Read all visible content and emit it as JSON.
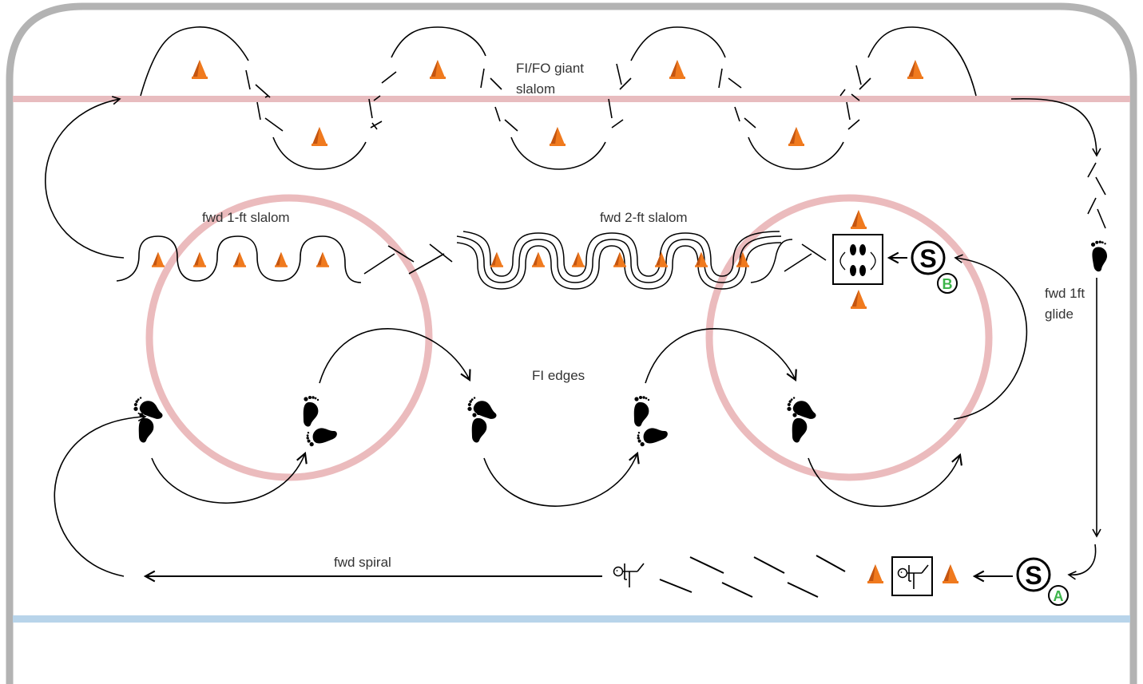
{
  "labels": {
    "giant_slalom_line1": "FI/FO giant",
    "giant_slalom_line2": "slalom",
    "one_ft_slalom": "fwd 1-ft slalom",
    "two_ft_slalom": "fwd 2-ft slalom",
    "fi_edges": "FI edges",
    "glide_line1": "fwd 1ft",
    "glide_line2": "glide",
    "spiral": "fwd spiral"
  },
  "stations": {
    "start_a": {
      "letter": "S",
      "badge": "A"
    },
    "start_b": {
      "letter": "S",
      "badge": "B"
    }
  },
  "colors": {
    "boards": "#b3b3b3",
    "red_line": "#e8bcbf",
    "blue_line": "#b8d4ea",
    "faceoff_circle": "#ebbbbd",
    "cone": "#f07a1e",
    "cone_dark": "#c45510",
    "badge_green": "#3cb44a",
    "ink": "#000000"
  },
  "icons": [
    "cone-icon",
    "footprint-icon",
    "spiral-skater-icon",
    "two-foot-glide-icon",
    "start-station-icon"
  ]
}
